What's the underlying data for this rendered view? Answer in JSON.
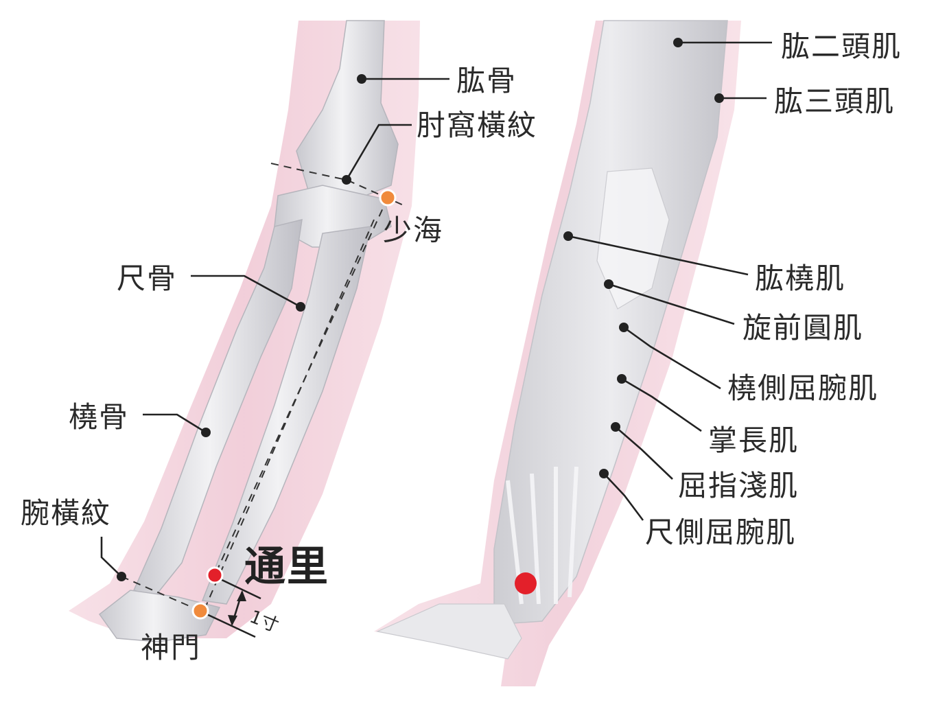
{
  "colors": {
    "acupoint_main": "#e3202a",
    "acupoint_secondary": "#f08a3c",
    "skin": "#f2cfd9",
    "bone": "#e6e6ea",
    "muscle": "#d9d9dd"
  },
  "left_labels": {
    "humerus": "肱骨",
    "elbow_crease": "肘窩橫紋",
    "shaohai": "少海",
    "ulna": "尺骨",
    "radius": "橈骨",
    "wrist_crease": "腕橫紋",
    "tongli": "通里",
    "shenmen": "神門",
    "distance": "1寸"
  },
  "right_labels": {
    "biceps": "肱二頭肌",
    "triceps": "肱三頭肌",
    "brachioradialis": "肱橈肌",
    "pronator_teres": "旋前圓肌",
    "flexor_carpi_radialis": "橈側屈腕肌",
    "palmaris_longus": "掌長肌",
    "flexor_digitorum_superficialis": "屈指淺肌",
    "flexor_carpi_ulnaris": "尺側屈腕肌"
  }
}
